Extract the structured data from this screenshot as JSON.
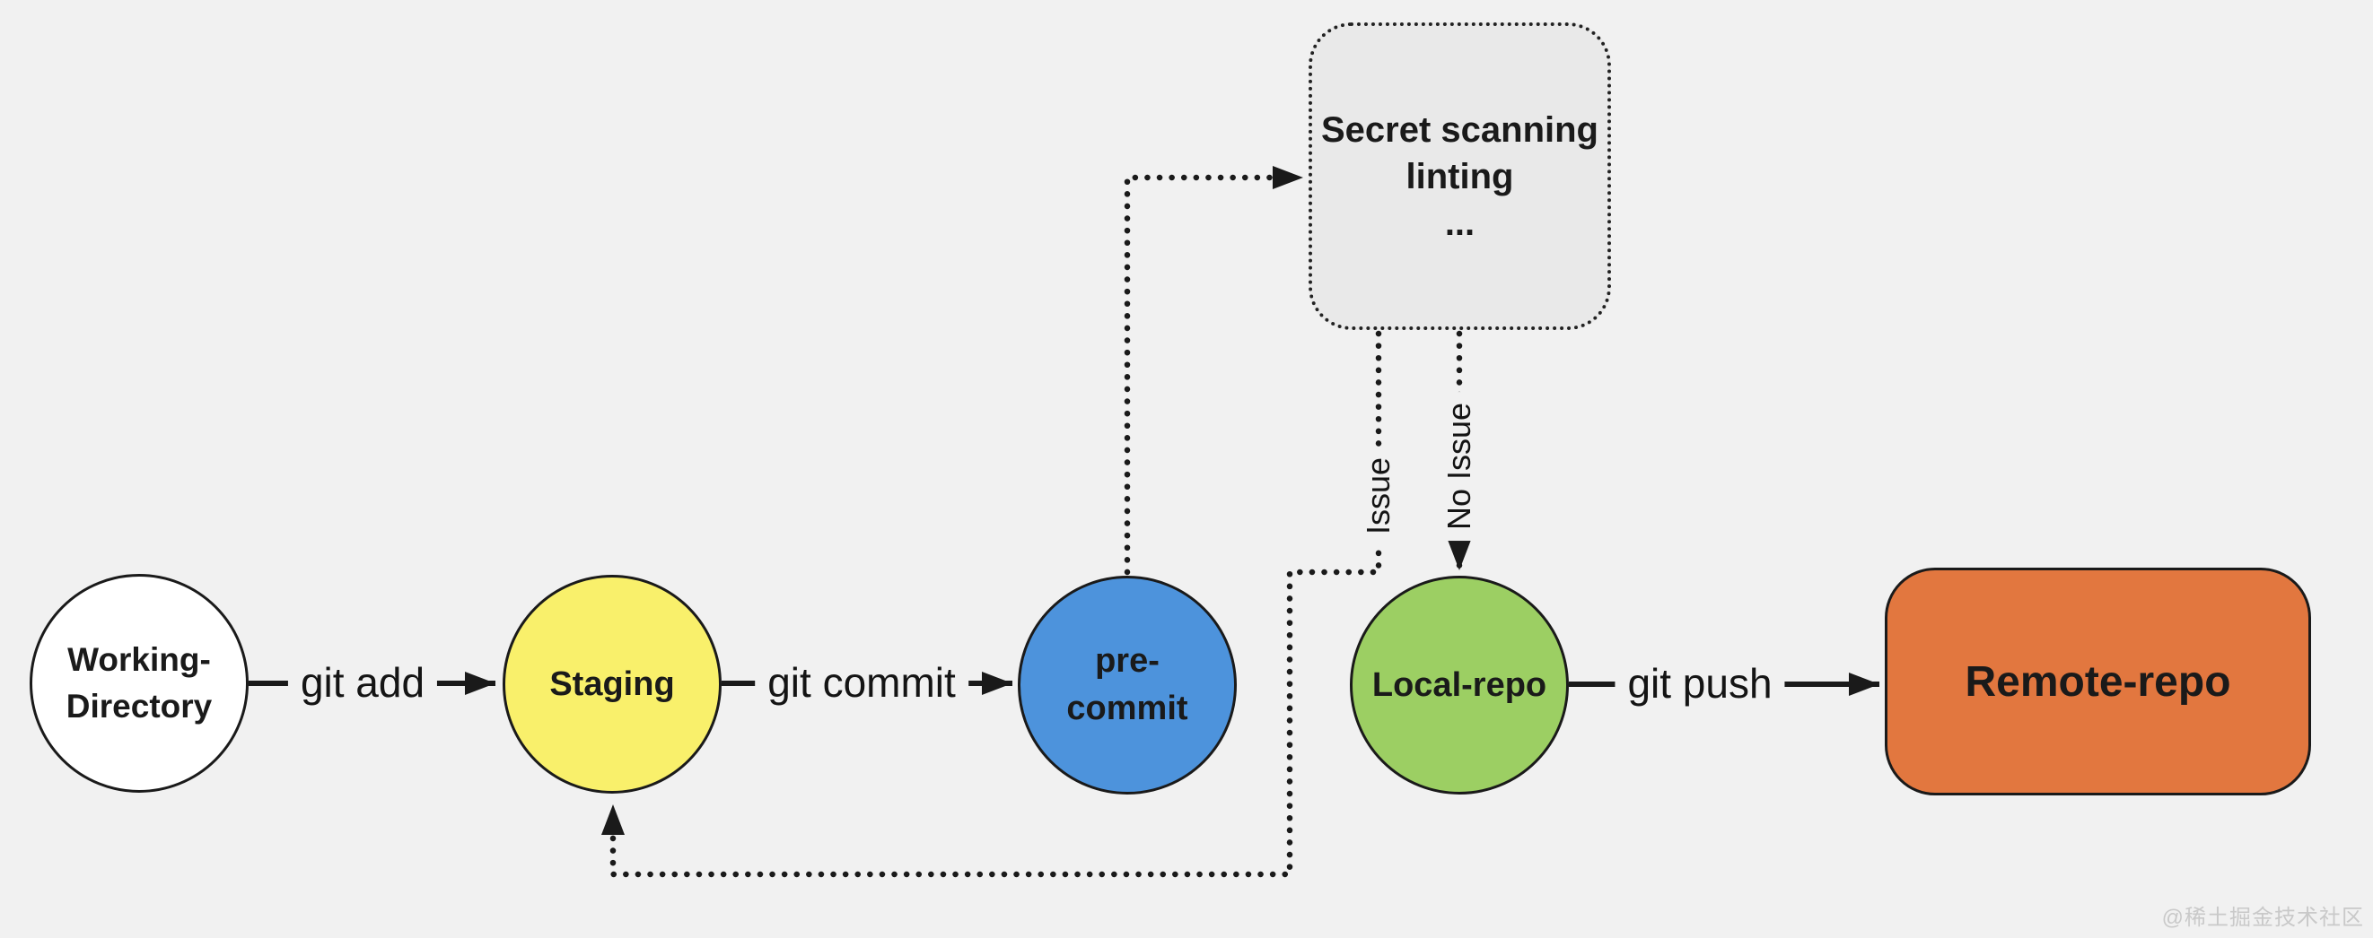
{
  "nodes": {
    "working_directory": {
      "label": "Working-\nDirectory",
      "color": "#FFFFFF"
    },
    "staging": {
      "label": "Staging",
      "color": "#F9F06B"
    },
    "pre_commit": {
      "label": "pre-\ncommit",
      "color": "#4D93DC"
    },
    "secret_scanning": {
      "label": "Secret scanning\nlinting\n...",
      "color": "#E9E9E9"
    },
    "local_repo": {
      "label": "Local-repo",
      "color": "#9CCF63"
    },
    "remote_repo": {
      "label": "Remote-repo",
      "color": "#E2773F"
    }
  },
  "edges": {
    "git_add": {
      "label": "git add",
      "from": "working_directory",
      "to": "staging",
      "style": "solid"
    },
    "git_commit": {
      "label": "git commit",
      "from": "staging",
      "to": "pre_commit",
      "style": "solid"
    },
    "pre_commit_check": {
      "label": "",
      "from": "pre_commit",
      "to": "secret_scanning",
      "style": "dotted"
    },
    "issue": {
      "label": "Issue",
      "from": "secret_scanning",
      "to": "staging",
      "style": "dotted"
    },
    "no_issue": {
      "label": "No Issue",
      "from": "secret_scanning",
      "to": "local_repo",
      "style": "dotted"
    },
    "git_push": {
      "label": "git push",
      "from": "local_repo",
      "to": "remote_repo",
      "style": "solid"
    }
  },
  "watermark": {
    "text": "@稀土掘金技术社区"
  },
  "colors": {
    "background": "#F1F1F1",
    "line": "#1A1A1A",
    "text": "#1A1A1A",
    "watermark": "#C9C9C9"
  }
}
